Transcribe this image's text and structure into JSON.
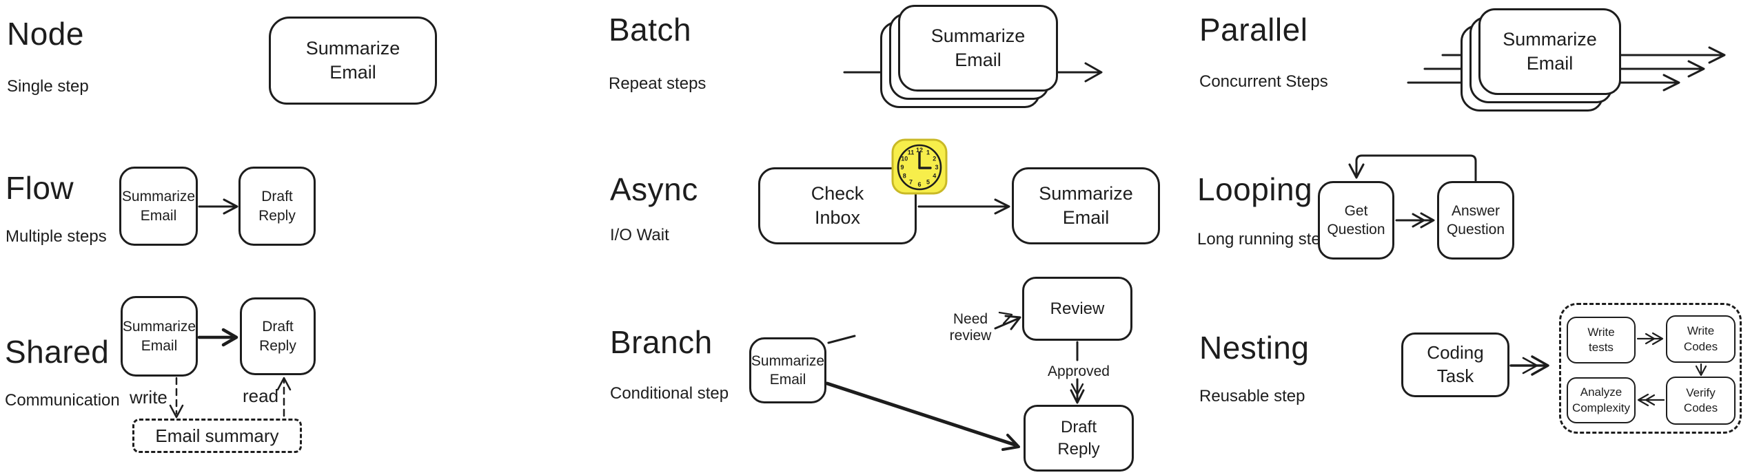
{
  "colors": {
    "ink": "#1d1d1d",
    "background": "#ffffff",
    "clock_fill": "#f7ee4b",
    "clock_rim": "#c9b926"
  },
  "cells": {
    "node": {
      "title": "Node",
      "subtitle": "Single step",
      "box": "Summarize\nEmail"
    },
    "batch": {
      "title": "Batch",
      "subtitle": "Repeat steps",
      "box": "Summarize\nEmail"
    },
    "parallel": {
      "title": "Parallel",
      "subtitle": "Concurrent Steps",
      "box": "Summarize\nEmail"
    },
    "flow": {
      "title": "Flow",
      "subtitle": "Multiple steps",
      "box1": "Summarize\nEmail",
      "box2": "Draft\nReply"
    },
    "async": {
      "title": "Async",
      "subtitle": "I/O Wait",
      "box1": "Check\nInbox",
      "box2": "Summarize\nEmail"
    },
    "looping": {
      "title": "Looping",
      "subtitle": "Long running step",
      "box1": "Get\nQuestion",
      "box2": "Answer\nQuestion"
    },
    "shared": {
      "title": "Shared",
      "subtitle": "Communication",
      "box1": "Summarize\nEmail",
      "box2": "Draft\nReply",
      "store": "Email summary",
      "write_label": "write",
      "read_label": "read"
    },
    "branch": {
      "title": "Branch",
      "subtitle": "Conditional step",
      "box1": "Summarize\nEmail",
      "box2": "Review",
      "box3": "Draft\nReply",
      "edge_need_review": "Need\nreview",
      "edge_approved": "Approved"
    },
    "nesting": {
      "title": "Nesting",
      "subtitle": "Reusable step",
      "box1": "Coding\nTask",
      "sub1": "Write\ntests",
      "sub2": "Write\nCodes",
      "sub3": "Analyze\nComplexity",
      "sub4": "Verify\nCodes"
    }
  },
  "clock": {
    "numbers": [
      "12",
      "1",
      "2",
      "3",
      "4",
      "5",
      "6",
      "7",
      "8",
      "9",
      "10",
      "11"
    ],
    "time_shown": "3:00"
  }
}
